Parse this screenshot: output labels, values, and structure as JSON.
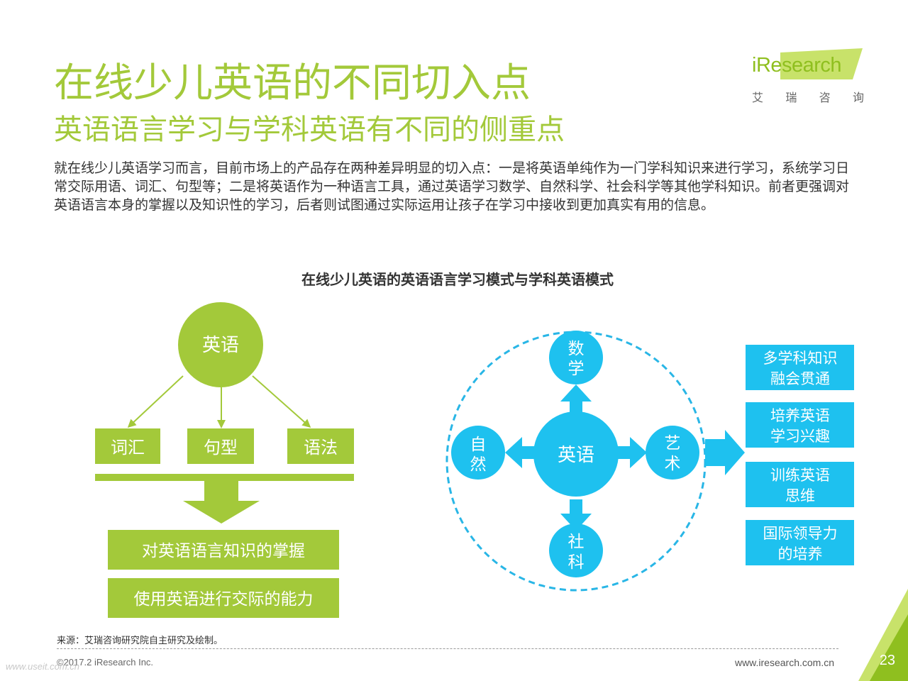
{
  "header": {
    "title": "在线少儿英语的不同切入点",
    "subtitle": "英语语言学习与学科英语有不同的侧重点"
  },
  "logo": {
    "word": "iResearch",
    "chars": [
      "艾",
      "瑞",
      "咨",
      "询"
    ]
  },
  "intro": "就在线少儿英语学习而言，目前市场上的产品存在两种差异明显的切入点：一是将英语单纯作为一门学科知识来进行学习，系统学习日常交际用语、词汇、句型等；二是将英语作为一种语言工具，通过英语学习数学、自然科学、社会科学等其他学科知识。前者更强调对英语语言本身的掌握以及知识性的学习，后者则试图通过实际运用让孩子在学习中接收到更加真实有用的信息。",
  "diagram": {
    "title": "在线少儿英语的英语语言学习模式与学科英语模式",
    "left": {
      "root": "英语",
      "children": [
        "词汇",
        "句型",
        "语法"
      ],
      "results": [
        "对英语语言知识的掌握",
        "使用英语进行交际的能力"
      ]
    },
    "right": {
      "center": "英语",
      "top": [
        "数",
        "学"
      ],
      "bottom": [
        "社",
        "科"
      ],
      "left": [
        "自",
        "然"
      ],
      "right": [
        "艺",
        "术"
      ],
      "outcomes": [
        [
          "多学科知识",
          "融会贯通"
        ],
        [
          "培养英语",
          "学习兴趣"
        ],
        [
          "训练英语",
          "思维"
        ],
        [
          "国际领导力",
          "的培养"
        ]
      ]
    }
  },
  "colors": {
    "green": "#a3c93a",
    "blue": "#1ec1ef",
    "dashed_blue": "#29b6e6"
  },
  "footer": {
    "source": "来源：艾瑞咨询研究院自主研究及绘制。",
    "copyright": "©2017.2 iResearch Inc.",
    "site": "www.iresearch.com.cn",
    "page": "23",
    "watermark": "www.useit.com.cn"
  }
}
